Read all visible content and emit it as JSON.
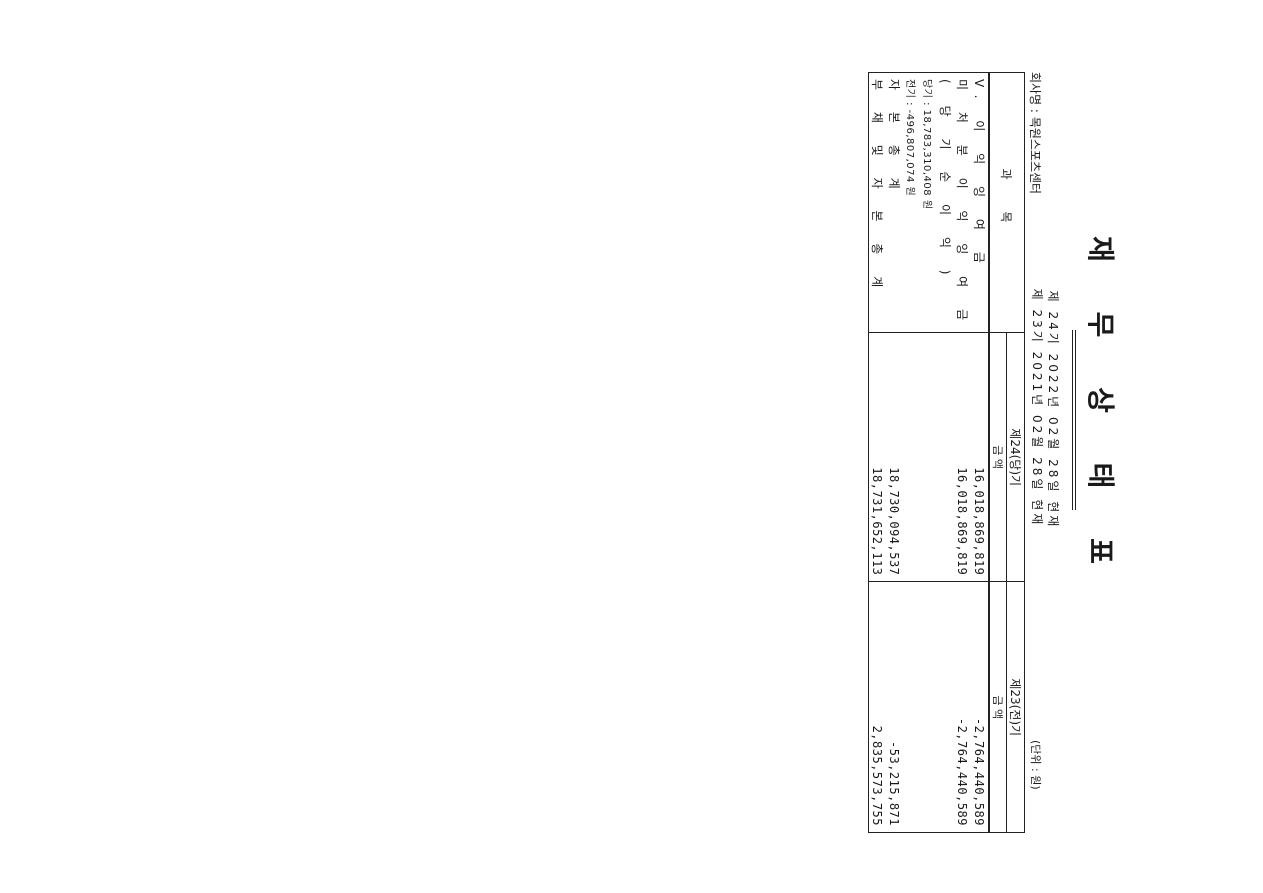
{
  "document": {
    "title": "재 무 상 태 표",
    "period_current": "제 24기  2022년  02월  28일  현재",
    "period_previous": "제 23기  2021년  02월  28일  현재",
    "company": "회사명 : 목원스포츠센터",
    "unit": "(단위 : 원)"
  },
  "table": {
    "header_item": "과 목",
    "header_current": "제24(당)기",
    "header_previous": "제23(전)기",
    "header_amount_cur": "금 액",
    "header_amount_prev": "금 액",
    "rows": [
      {
        "label": "V. 이 익 잉 여 금",
        "current": "16,018,869,819",
        "previous": "-2,764,440,589"
      },
      {
        "label": "미 처 분 이 익 잉 여 금",
        "current": "16,018,869,819",
        "previous": "-2,764,440,589"
      },
      {
        "label": "( 당 기 순 이 익 )",
        "current": "",
        "previous": ""
      },
      {
        "label": "당기 : 18,783,310,408 원",
        "current": "",
        "previous": ""
      },
      {
        "label": "전기 : -496,807,074 원",
        "current": "",
        "previous": ""
      },
      {
        "label": "자 본 총 계",
        "current": "18,730,094,537",
        "previous": "-53,215,871"
      },
      {
        "label": "부 채 및 자 본 총 계",
        "current": "18,731,652,113",
        "previous": "2,835,573,755"
      }
    ]
  }
}
